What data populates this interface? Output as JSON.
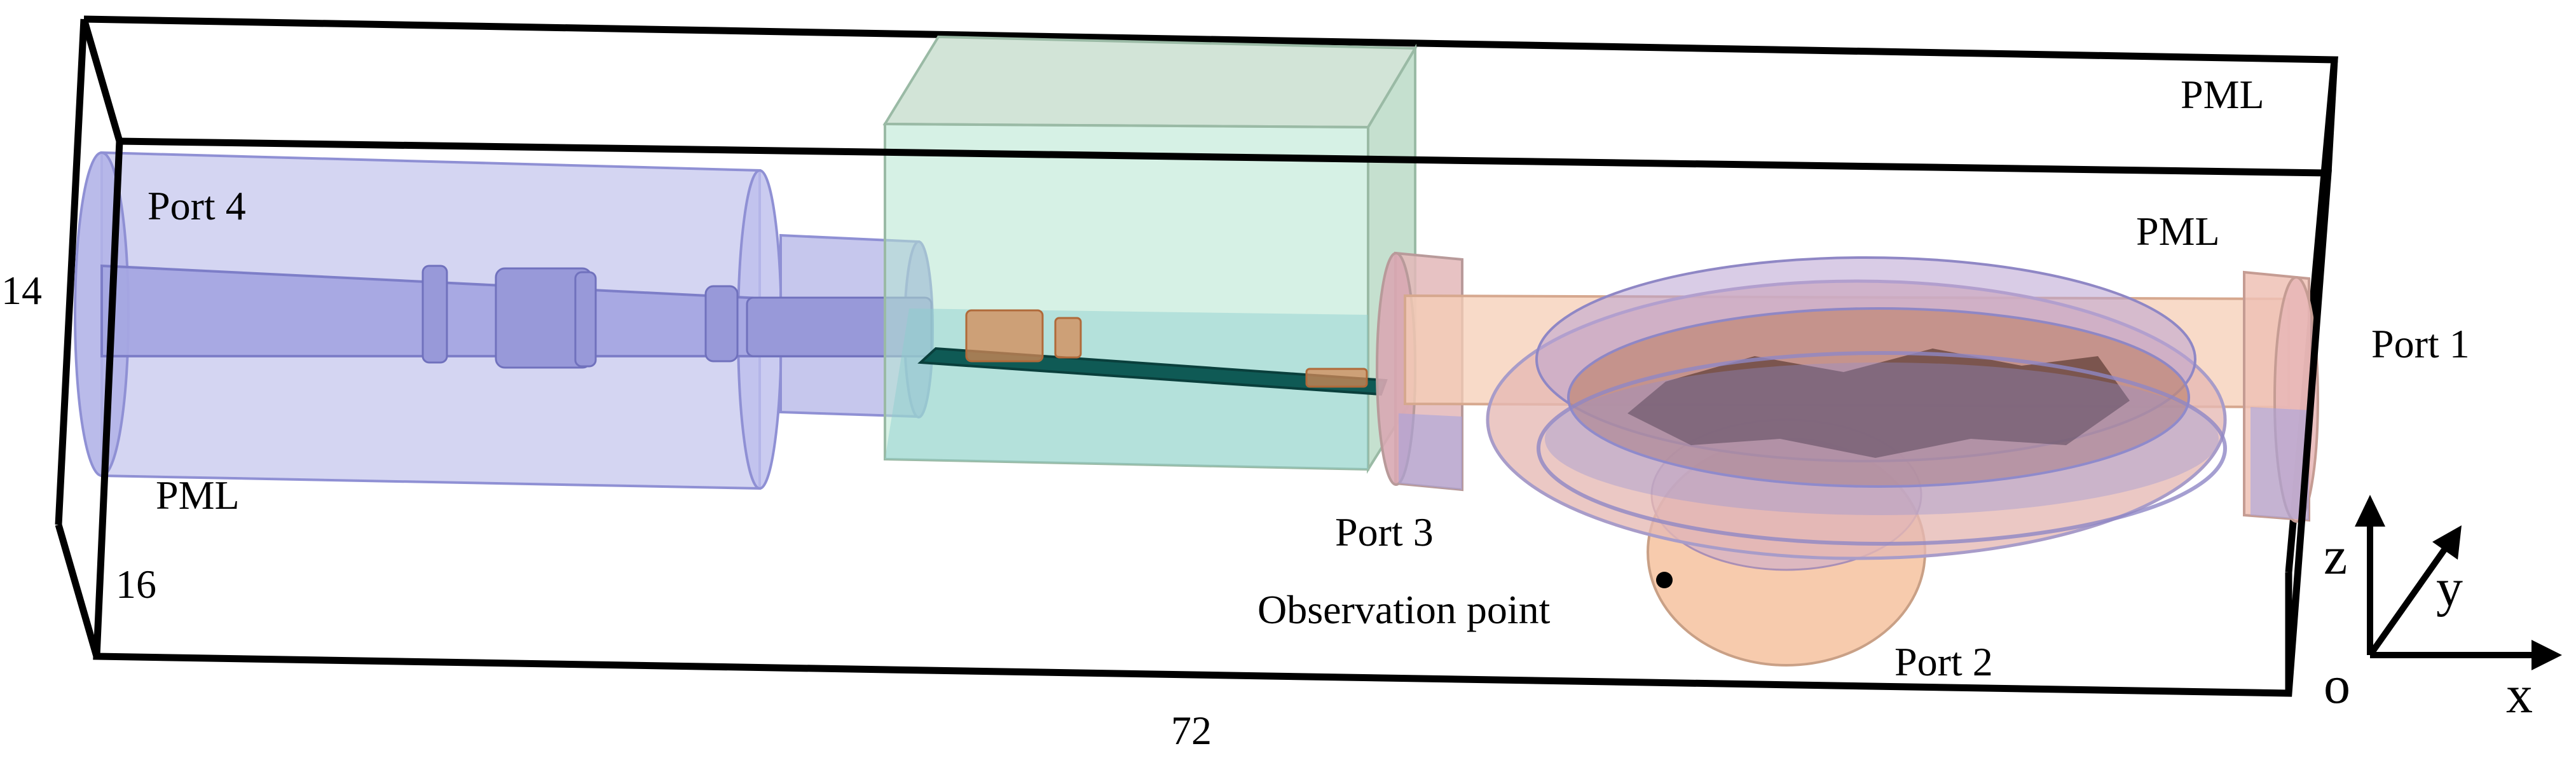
{
  "labels": {
    "pml_top": "PML",
    "pml_inner": "PML",
    "pml_left": "PML",
    "port1": "Port 1",
    "port2": "Port 2",
    "port3": "Port 3",
    "port4": "Port 4",
    "observation": "Observation point",
    "dim_height": "14",
    "dim_depth": "16",
    "dim_length": "72"
  },
  "axes": {
    "z": "z",
    "y": "y",
    "x": "x",
    "origin": "o"
  },
  "colors": {
    "frame": "#000000",
    "coax": "#9c9ee0",
    "pcb_box": "#9fd3ba",
    "copper_trace": "#0f5a55",
    "circulator": "#f3b79a",
    "ferrite_core": "#6e4538"
  }
}
